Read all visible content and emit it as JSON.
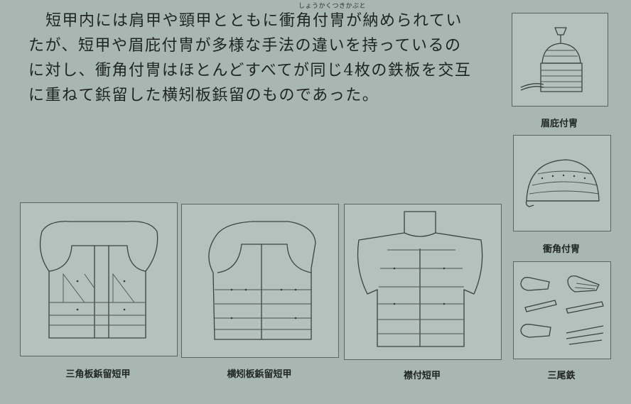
{
  "text": {
    "ruby": "しょうかくつきかぶと",
    "lines": [
      "短甲内には肩甲や頸甲とともに衝角付冑が納められてい",
      "たが、短甲や眉庇付冑が多様な手法の違いを持っているの",
      "に対し、衝角付冑はほとんどすべてが同じ4枚の鉄板を交互",
      "に重ねて鋲留した横矧板鋲留のものであった。"
    ]
  },
  "figures": {
    "mabisashi": "眉庇付冑",
    "shokaku": "衝角付冑",
    "sanbitetsu": "三尾鉄",
    "sankaku": "三角板鋲留短甲",
    "yokohagi": "横矧板鋲留短甲",
    "eritsuki": "襟付短甲"
  }
}
